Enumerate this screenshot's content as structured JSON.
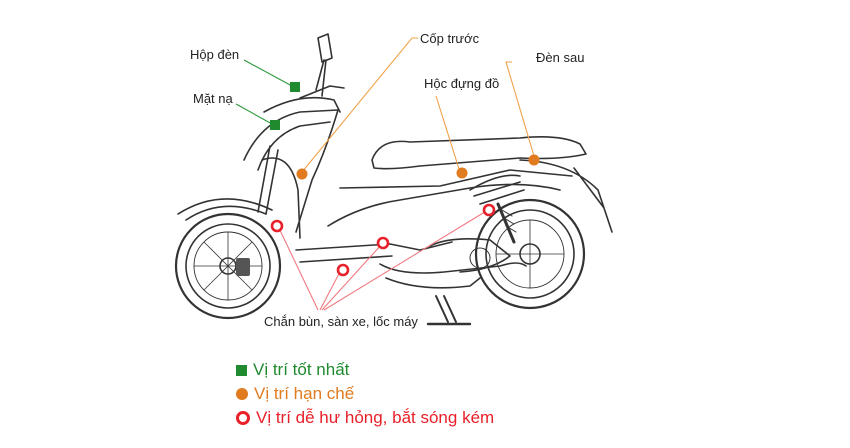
{
  "labels": {
    "hop_den": "Hộp đèn",
    "mat_na": "Mặt nạ",
    "cop_truoc": "Cốp trước",
    "hoc_dung_do": "Hộc đựng đồ",
    "den_sau": "Đèn sau",
    "chan_bun": "Chắn bùn, sàn xe, lốc máy"
  },
  "legend": {
    "best": "Vị trí tốt nhất",
    "limited": "Vị trí hạn chế",
    "poor": "Vị trí dễ hư hỏng, bắt sóng kém"
  },
  "colors": {
    "best": "#1f8a2e",
    "limited": "#e07b1f",
    "poor": "#e8202a",
    "line_best": "#2e9a3e",
    "line_limited": "#f0a24a",
    "line_poor": "#f07a80",
    "drawing": "#333333"
  }
}
